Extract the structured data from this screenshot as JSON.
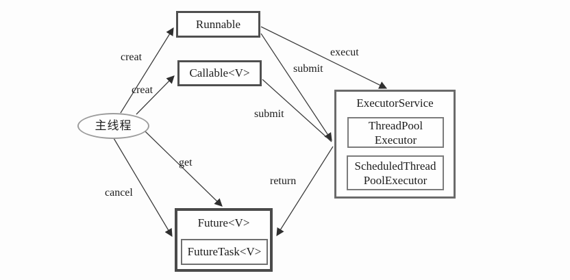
{
  "nodes": {
    "main_thread": "主线程",
    "runnable": "Runnable",
    "callable": "Callable<V>",
    "executor_service": "ExecutorService",
    "threadpool_executor_line1": "ThreadPool",
    "threadpool_executor_line2": "Executor",
    "scheduled_threadpool_line1": "ScheduledThread",
    "scheduled_threadpool_line2": "PoolExecutor",
    "future": "Future<V>",
    "future_task": "FutureTask<V>"
  },
  "edge_labels": {
    "creat_runnable": "creat",
    "creat_callable": "creat",
    "submit_runnable": "submit",
    "submit_callable": "submit",
    "execut": "execut",
    "get": "get",
    "cancel": "cancel",
    "return": "return"
  },
  "colors": {
    "node_border_dark": "#4f4f4f",
    "group_border": "#6a6a6a",
    "inner_border": "#7b7b7b",
    "ellipse_border": "#9c9c9c",
    "edge_line": "#3d3d3d",
    "text": "#1c1c1c",
    "background": "#fdfdfd"
  }
}
